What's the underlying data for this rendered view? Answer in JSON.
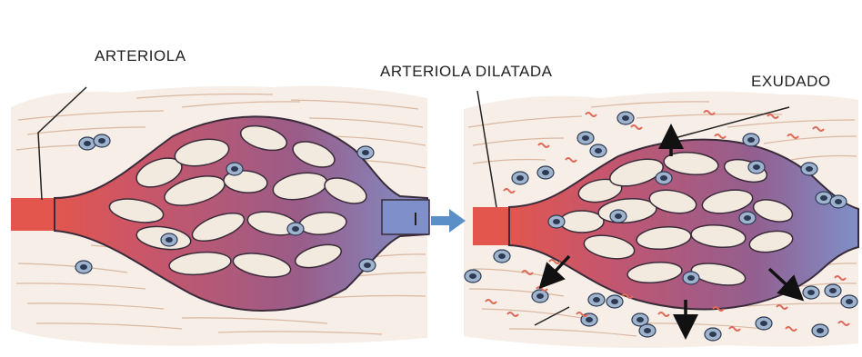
{
  "labels": {
    "arteriola": "ARTERIOLA",
    "arteriola_dilatada": "ARTERIOLA DILATADA",
    "exudado": "EXUDADO"
  },
  "colors": {
    "background": "#ffffff",
    "tissue": "#f6eee7",
    "fiber": "#dcb8a0",
    "arteriole": "#e2564e",
    "venule": "#7f8fc9",
    "capillary_bed": "#a8587a",
    "capillary_outline": "#3a2b3a",
    "islet": "#f3eadf",
    "cell_fill": "#9fb3cc",
    "cell_nucleus": "#2c3a55",
    "transition_arrow": "#5b8fc7",
    "leak_arrow": "#111111",
    "erythrocyte": "#e06a5a"
  },
  "icons": {
    "transition": "right-arrow-icon",
    "leak": "down-arrow-icon"
  }
}
